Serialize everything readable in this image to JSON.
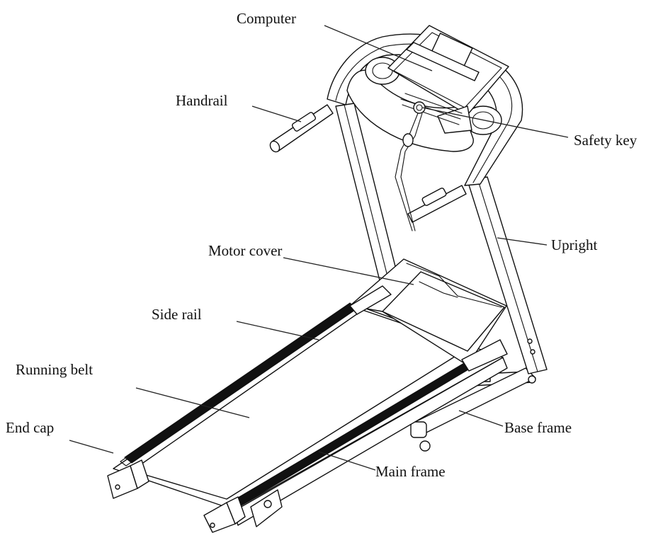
{
  "labels": {
    "computer": "Computer",
    "handrail": "Handrail",
    "safety_key": "Safety key",
    "upright": "Upright",
    "motor_cover": "Motor cover",
    "side_rail": "Side rail",
    "running_belt": "Running belt",
    "end_cap": "End cap",
    "base_frame": "Base frame",
    "main_frame": "Main frame"
  }
}
